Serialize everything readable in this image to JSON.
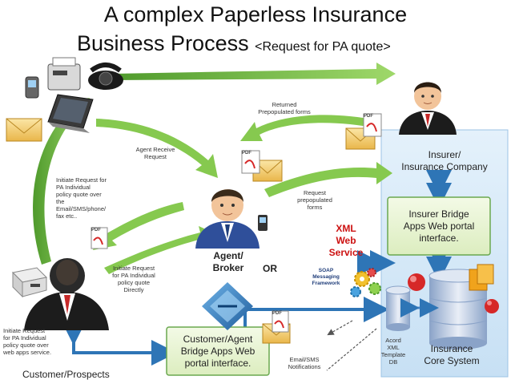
{
  "title": {
    "line1": "A complex Paperless Insurance",
    "line2": "Business Process",
    "line2_sub": "<Request for PA quote>"
  },
  "labels": {
    "returned_forms": "Returned\nPrepopulated forms",
    "agent_receive": "Agent Receive\nRequest",
    "initiate_email": "Initiate Request for\nPA Individual\npolicy quote over\nthe\nEmail/SMS/phone/\nfax etc..",
    "request_prepop": "Request\nprepopulated\nforms",
    "initiate_direct": "Initiate Request\nfor PA Individual\npolicy quote\nDirectly",
    "initiate_web": "Initiate Request\nfor PA Individual\npolicy quote over\nweb apps service.",
    "agent_broker": "Agent/\nBroker",
    "or": "OR",
    "xml_service": "XML\nWeb\nService",
    "soap": "SOAP\nMessaging\nFramework",
    "insurer": "Insurer/\nInsurance Company",
    "insurer_bridge": "Insurer Bridge\nApps Web portal\ninterface.",
    "customer_bridge": "Customer/Agent\nBridge Apps Web\nportal interface.",
    "email_sms": "Email/SMS\nNotifications",
    "acord": "Acord\nXML\nTemplate\nDB",
    "core_system": "Insurance\nCore System",
    "customer": "Customer/Prospects",
    "pdf": "PDF"
  },
  "colors": {
    "green_arrow": "#7dc242",
    "blue_arrow": "#2e75b6",
    "insurer_panel": "#d6e9f8",
    "bridge_box": "#e8f4d0",
    "bridge_border": "#6aa84f",
    "title_red": "#cc1111"
  }
}
